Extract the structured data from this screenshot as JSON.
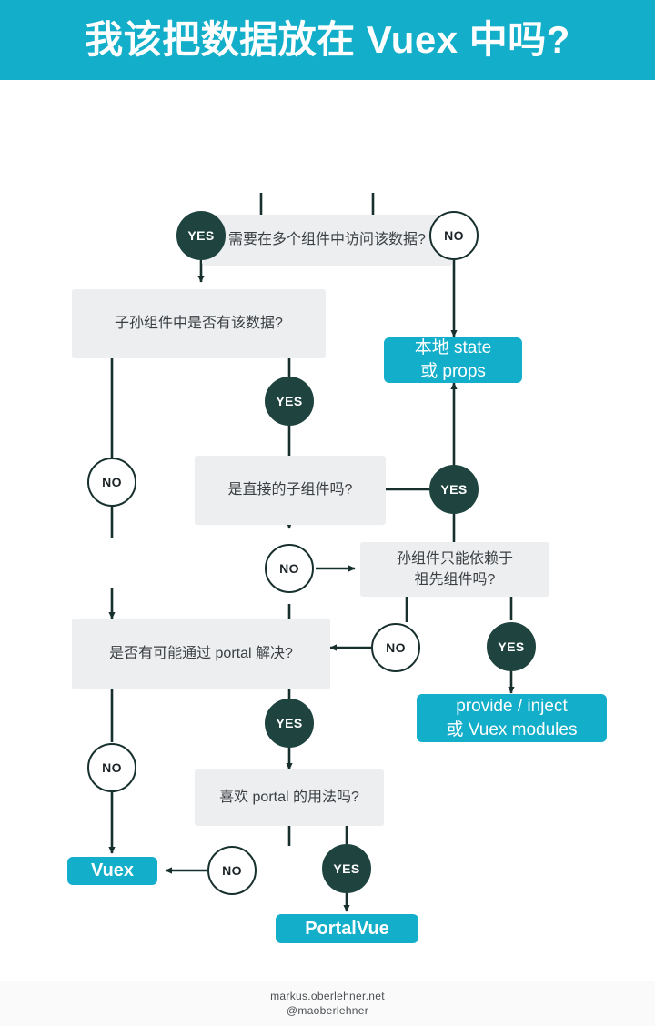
{
  "header": {
    "title": "我该把数据放在 Vuex 中吗?",
    "background": "#13aec9",
    "text_color": "#ffffff"
  },
  "colors": {
    "teal": "#13aec9",
    "dark_node": "#1f4440",
    "grey_box": "#eceef0",
    "line": "#17302e"
  },
  "flow": {
    "questions": [
      {
        "id": "q1",
        "text": "需要在多个组件中访问该数据?"
      },
      {
        "id": "q2",
        "text": "子孙组件中是否有该数据?"
      },
      {
        "id": "q3",
        "text": "是直接的子组件吗?"
      },
      {
        "id": "q4",
        "text": "孙组件只能依赖于\n祖先组件吗?",
        "line1": "孙组件只能依赖于",
        "line2": "祖先组件吗?"
      },
      {
        "id": "q5",
        "text": "是否有可能通过 portal 解决?"
      },
      {
        "id": "q6",
        "text": "喜欢 portal 的用法吗?"
      }
    ],
    "results": [
      {
        "id": "r1",
        "line1": "本地 state",
        "line2": "或 props"
      },
      {
        "id": "r2",
        "line1": "provide / inject",
        "line2": "或 Vuex modules"
      },
      {
        "id": "r3",
        "line1": "Vuex",
        "line2": ""
      },
      {
        "id": "r4",
        "line1": "PortalVue",
        "line2": ""
      }
    ],
    "nodes": [
      {
        "id": "n1",
        "label": "YES",
        "kind": "yes"
      },
      {
        "id": "n2",
        "label": "NO",
        "kind": "no"
      },
      {
        "id": "n3",
        "label": "YES",
        "kind": "yes"
      },
      {
        "id": "n4",
        "label": "NO",
        "kind": "no"
      },
      {
        "id": "n5",
        "label": "YES",
        "kind": "yes"
      },
      {
        "id": "n6",
        "label": "NO",
        "kind": "no"
      },
      {
        "id": "n7",
        "label": "NO",
        "kind": "no"
      },
      {
        "id": "n8",
        "label": "YES",
        "kind": "yes"
      },
      {
        "id": "n9",
        "label": "YES",
        "kind": "yes"
      },
      {
        "id": "n10",
        "label": "NO",
        "kind": "no"
      },
      {
        "id": "n11",
        "label": "NO",
        "kind": "no"
      },
      {
        "id": "n12",
        "label": "YES",
        "kind": "yes"
      }
    ]
  },
  "footer": {
    "site": "markus.oberlehner.net",
    "handle": "@maoberlehner"
  }
}
